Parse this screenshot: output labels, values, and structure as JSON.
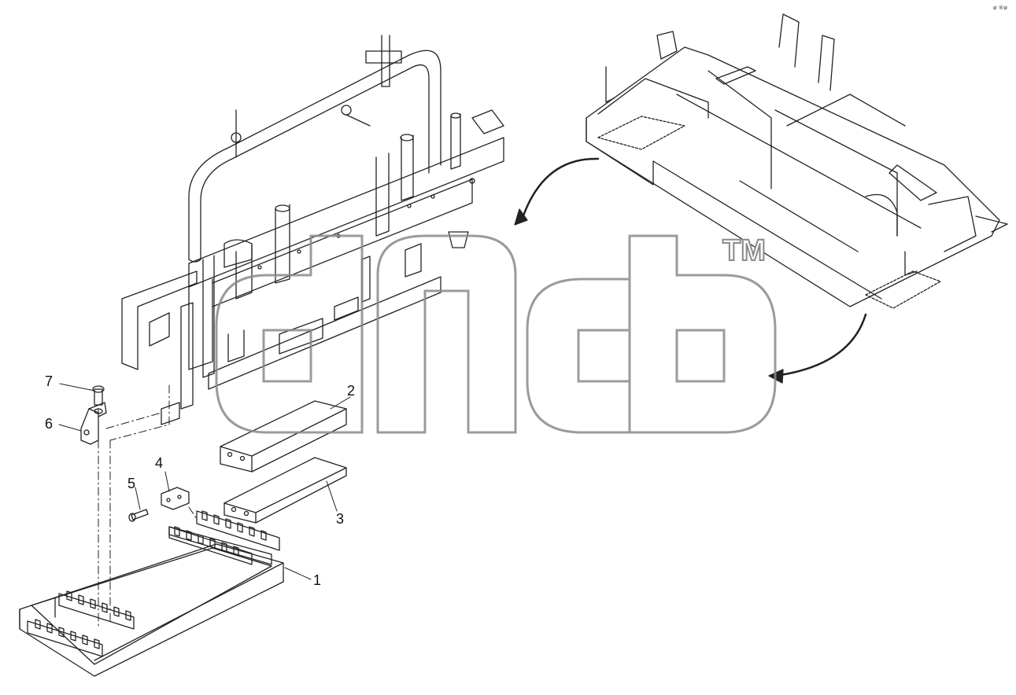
{
  "drawing_code": "ø ®ø",
  "callouts": [
    {
      "id": "1",
      "text": "1"
    },
    {
      "id": "2",
      "text": "2"
    },
    {
      "id": "3",
      "text": "3"
    },
    {
      "id": "4",
      "text": "4"
    },
    {
      "id": "5",
      "text": "5"
    },
    {
      "id": "6",
      "text": "6"
    },
    {
      "id": "7",
      "text": "7"
    }
  ],
  "watermark": {
    "tm": "TM"
  },
  "icons": [
    "curved-arrow-icon",
    "curved-arrow-icon"
  ]
}
